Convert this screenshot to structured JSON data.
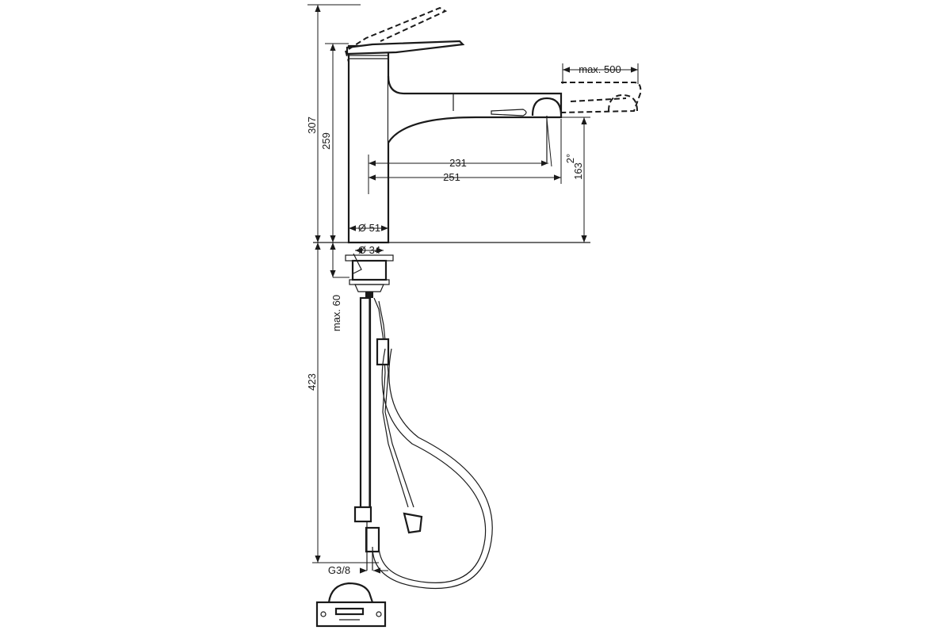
{
  "dimensions": {
    "h307": "307",
    "h259": "259",
    "h163": "163",
    "h423": "423",
    "max60": "max. 60",
    "max500": "max. 500",
    "d231": "231",
    "d251": "251",
    "angle": "2°",
    "dia51": "Ø 51",
    "dia34": "Ø 34",
    "thread": "G3/8"
  }
}
